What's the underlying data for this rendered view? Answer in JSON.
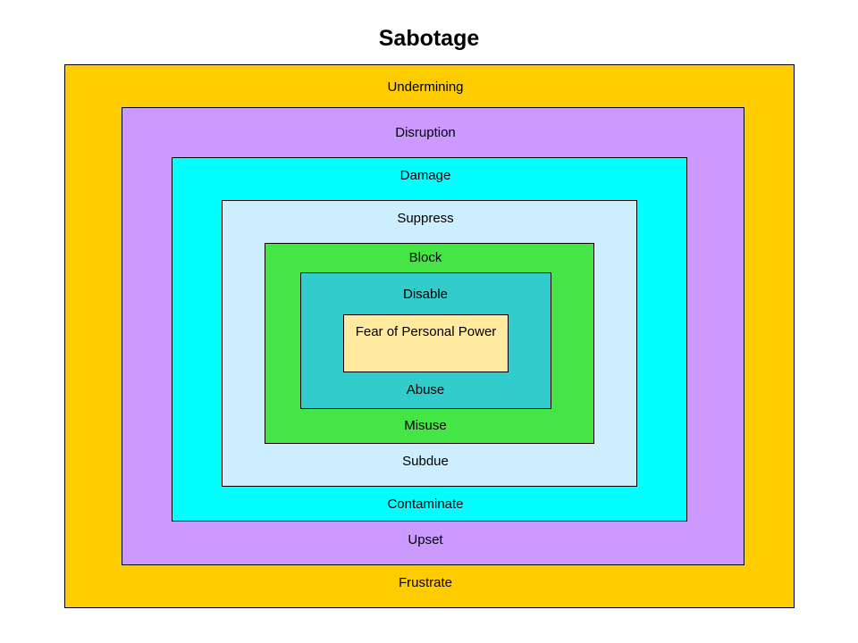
{
  "title": "Sabotage",
  "layers": [
    {
      "top": "Undermining",
      "bottom": "Frustrate",
      "color": "#ffcc00"
    },
    {
      "top": "Disruption",
      "bottom": "Upset",
      "color": "#cc99ff"
    },
    {
      "top": "Damage",
      "bottom": "Contaminate",
      "color": "#00ffff"
    },
    {
      "top": "Suppress",
      "bottom": "Subdue",
      "color": "#cceeff"
    },
    {
      "top": "Block",
      "bottom": "Misuse",
      "color": "#44e544"
    },
    {
      "top": "Disable",
      "bottom": "Abuse",
      "color": "#33cccc"
    }
  ],
  "core": {
    "text": "Fear of Personal Power",
    "color": "#ffeaa0"
  }
}
